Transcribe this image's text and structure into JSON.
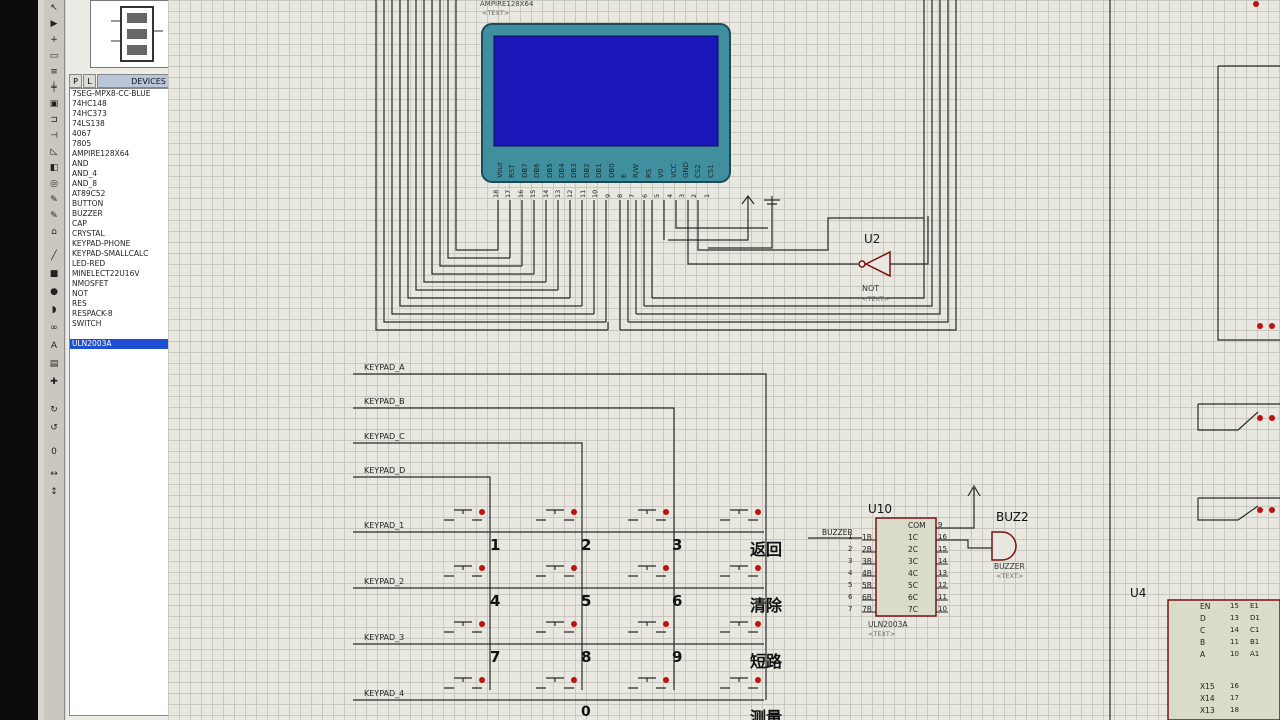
{
  "panel": {
    "tab_p": "P",
    "tab_l": "L",
    "devices_header": "DEVICES",
    "devices": [
      "7SEG-MPX8-CC-BLUE",
      "74HC148",
      "74HC373",
      "74LS138",
      "4067",
      "7805",
      "AMPIRE128X64",
      "AND",
      "AND_4",
      "AND_8",
      "AT89C52",
      "BUTTON",
      "BUZZER",
      "CAP",
      "CRYSTAL",
      "KEYPAD-PHONE",
      "KEYPAD-SMALLCALC",
      "LED-RED",
      "MINELECT22U16V",
      "NMOSFET",
      "NOT",
      "RES",
      "RESPACK-8",
      "SWITCH",
      "ULN2003A"
    ],
    "selected_device": "ULN2003A"
  },
  "lcd": {
    "part": "AMPIRE128X64",
    "text_tag": "<TEXT>",
    "pins": [
      "Vout",
      "RST",
      "DB7",
      "DB6",
      "DB5",
      "DB4",
      "DB3",
      "DB2",
      "DB1",
      "DB0",
      "E",
      "R/W",
      "RS",
      "V0",
      "VCC",
      "GND",
      "CS2",
      "CS1"
    ],
    "pin_numbers": [
      "18",
      "17",
      "16",
      "15",
      "14",
      "13",
      "12",
      "11",
      "10",
      "9",
      "8",
      "7",
      "6",
      "5",
      "4",
      "3",
      "2",
      "1"
    ],
    "screen_color": "#1c17b8",
    "frame_color": "#3f8f9f"
  },
  "not_gate": {
    "ref": "U2",
    "part": "NOT",
    "text_tag": "<TEXT>"
  },
  "keypad": {
    "row_labels": [
      "KEYPAD_A",
      "KEYPAD_B",
      "KEYPAD_C",
      "KEYPAD_D"
    ],
    "col_labels": [
      "KEYPAD_1",
      "KEYPAD_2",
      "KEYPAD_3",
      "KEYPAD_4"
    ],
    "keys": [
      "1",
      "2",
      "3",
      "返回",
      "4",
      "5",
      "6",
      "清除",
      "7",
      "8",
      "9",
      "短路",
      "",
      "0",
      "",
      "测量"
    ]
  },
  "uln": {
    "ref": "U10",
    "part": "ULN2003A",
    "text_tag": "<TEXT>",
    "input_net": "BUZZER",
    "left_pins": [
      "1B",
      "2B",
      "3B",
      "4B",
      "5B",
      "6B",
      "7B"
    ],
    "left_nums": [
      "1",
      "2",
      "3",
      "4",
      "5",
      "6",
      "7"
    ],
    "right_pins": [
      "COM",
      "1C",
      "2C",
      "3C",
      "4C",
      "5C",
      "6C",
      "7C"
    ],
    "right_nums": [
      "9",
      "16",
      "15",
      "14",
      "13",
      "12",
      "11",
      "10"
    ]
  },
  "buzzer": {
    "ref": "BUZ2",
    "part": "BUZZER",
    "text_tag": "<TEXT>"
  },
  "u4": {
    "ref": "U4",
    "pins_left": [
      "EN",
      "D",
      "C",
      "B",
      "A",
      "X15",
      "X14",
      "X13"
    ],
    "nums": [
      "15",
      "13",
      "14",
      "11",
      "10",
      "16",
      "17",
      "18"
    ],
    "right": [
      "E1",
      "D1",
      "C1",
      "B1",
      "A1"
    ]
  },
  "colors": {
    "wire": "#2a2a2a",
    "component": "#7a1010",
    "pin_dot": "#c01010",
    "text": "#202020"
  }
}
